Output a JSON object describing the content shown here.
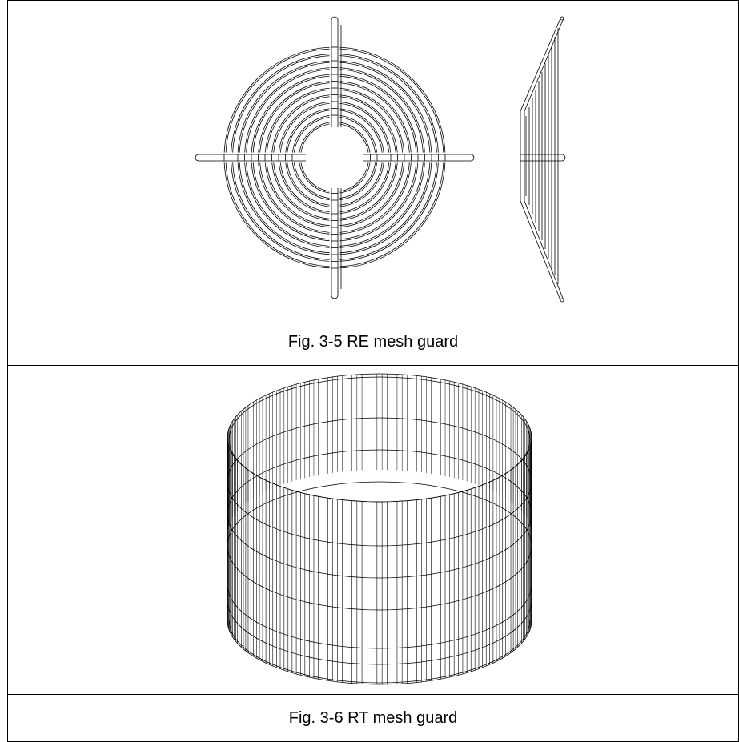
{
  "figures": [
    {
      "caption": "Fig. 3-5 RE mesh guard",
      "drawing": "re-mesh-guard-front-and-side-view"
    },
    {
      "caption": "Fig. 3-6 RT mesh guard",
      "drawing": "rt-mesh-guard-cylinder-view"
    }
  ],
  "colors": {
    "line": "#000000",
    "border": "#000000",
    "background": "#ffffff"
  }
}
